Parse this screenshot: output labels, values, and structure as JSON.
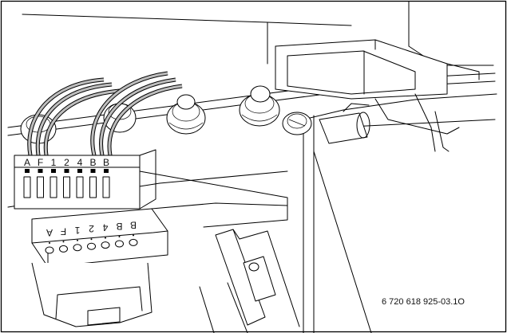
{
  "terminal_labels_top": [
    "A",
    "F",
    "1",
    "2",
    "4",
    "B",
    "B"
  ],
  "terminal_labels_bottom": [
    "A",
    "F",
    "1",
    "2",
    "4",
    "B",
    "B"
  ],
  "figure_code": "6 720 618 925-03.1O"
}
